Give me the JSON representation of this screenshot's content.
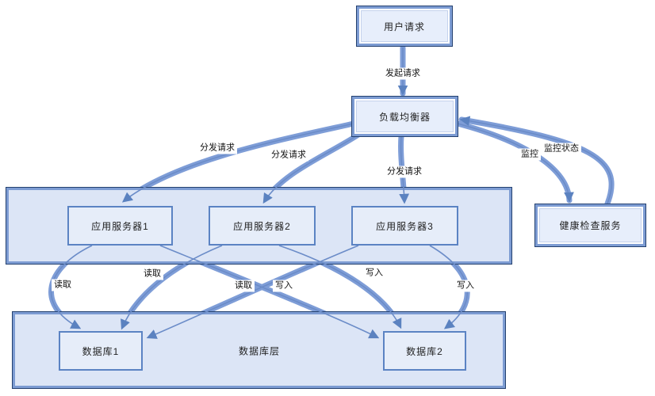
{
  "nodes": {
    "user": {
      "label": "用户请求"
    },
    "load_balancer": {
      "label": "负载均衡器"
    },
    "app_server_1": {
      "label": "应用服务器1"
    },
    "app_server_2": {
      "label": "应用服务器2"
    },
    "app_server_3": {
      "label": "应用服务器3"
    },
    "health_check": {
      "label": "健康检查服务"
    },
    "db_layer": {
      "label": "数据库层"
    },
    "db_1": {
      "label": "数据库1"
    },
    "db_2": {
      "label": "数据库2"
    }
  },
  "edges": [
    {
      "from": "用户请求",
      "to": "负载均衡器",
      "label": "发起请求"
    },
    {
      "from": "负载均衡器",
      "to": "应用服务器1",
      "label": "分发请求"
    },
    {
      "from": "负载均衡器",
      "to": "应用服务器2",
      "label": "分发请求"
    },
    {
      "from": "负载均衡器",
      "to": "应用服务器3",
      "label": "分发请求"
    },
    {
      "from": "负载均衡器",
      "to": "健康检查服务",
      "label": "监控"
    },
    {
      "from": "健康检查服务",
      "to": "负载均衡器",
      "label": "监控状态"
    },
    {
      "from": "应用服务器1",
      "to": "数据库1",
      "label": "读取"
    },
    {
      "from": "应用服务器2",
      "to": "数据库1",
      "label": "读取"
    },
    {
      "from": "应用服务器3",
      "to": "数据库1",
      "label": "读取"
    },
    {
      "from": "应用服务器1",
      "to": "数据库2",
      "label": "写入"
    },
    {
      "from": "应用服务器2",
      "to": "数据库2",
      "label": "写入"
    },
    {
      "from": "应用服务器3",
      "to": "数据库2",
      "label": "写入"
    }
  ],
  "colors": {
    "container_fill": "#dce5f6",
    "node_fill": "#e7eefb",
    "border_medium": "#7d9cd3",
    "border_thin": "#5b83c3",
    "outline_dark": "#24416f",
    "edge_thick": "#7e9dd7",
    "edge_thin": "#6b8cc8",
    "label_bg": "#ffffff",
    "text": "#1f1f1f"
  }
}
